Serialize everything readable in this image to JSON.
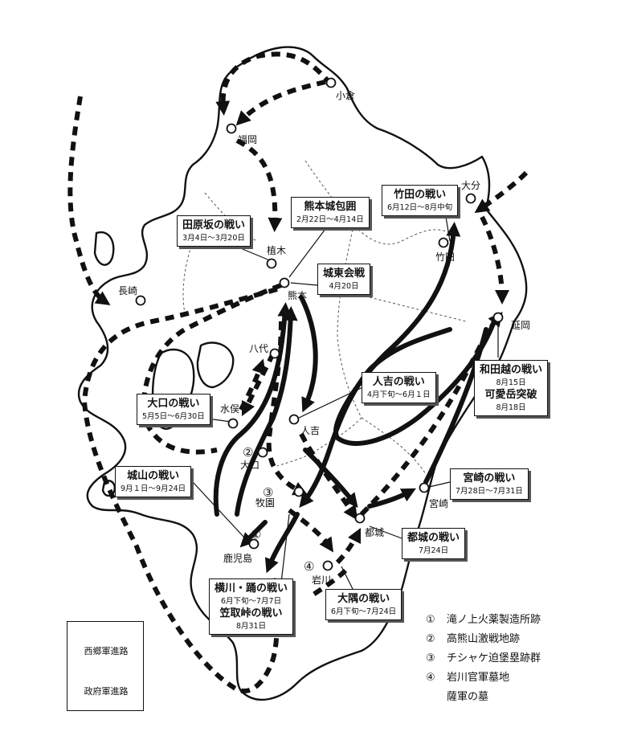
{
  "cities": [
    {
      "id": "kokura",
      "label": "小倉"
    },
    {
      "id": "fukuoka",
      "label": "福岡"
    },
    {
      "id": "ueki",
      "label": "植木"
    },
    {
      "id": "kumamoto",
      "label": "熊本"
    },
    {
      "id": "nagasaki",
      "label": "長崎"
    },
    {
      "id": "yatsushiro",
      "label": "八代"
    },
    {
      "id": "minamata",
      "label": "水俣"
    },
    {
      "id": "okuchi",
      "label": "大口"
    },
    {
      "id": "hitoyoshi",
      "label": "人吉"
    },
    {
      "id": "makizono",
      "label": "牧園"
    },
    {
      "id": "kagoshima",
      "label": "鹿児島"
    },
    {
      "id": "iwagawa",
      "label": "岩川"
    },
    {
      "id": "miyakonojo",
      "label": "都城"
    },
    {
      "id": "miyazaki",
      "label": "宮崎"
    },
    {
      "id": "nobeoka",
      "label": "延岡"
    },
    {
      "id": "taketa",
      "label": "竹田"
    },
    {
      "id": "oita",
      "label": "大分"
    }
  ],
  "battles": [
    {
      "id": "kumamoto-siege",
      "title": "熊本城包囲",
      "dates": "2月22日～4月14日"
    },
    {
      "id": "tabaruzaka",
      "title": "田原坂の戦い",
      "dates": "3月4日～3月20日"
    },
    {
      "id": "castle-east",
      "title": "城東会戦",
      "dates": "4月20日"
    },
    {
      "id": "taketa-battle",
      "title": "竹田の戦い",
      "dates": "6月12日～8月中旬"
    },
    {
      "id": "hitoyoshi-battle",
      "title": "人吉の戦い",
      "dates": "4月下旬～6月１日"
    },
    {
      "id": "wadagoe",
      "title": "和田越の戦い",
      "dates": "8月15日",
      "title2": "可愛岳突破",
      "dates2": "8月18日"
    },
    {
      "id": "okuchi-battle",
      "title": "大口の戦い",
      "dates": "5月5日～6月30日"
    },
    {
      "id": "shiroyama",
      "title": "城山の戦い",
      "dates": "9月１日～9月24日"
    },
    {
      "id": "miyazaki-battle",
      "title": "宮崎の戦い",
      "dates": "7月28日～7月31日"
    },
    {
      "id": "miyakonojo-battle",
      "title": "都城の戦い",
      "dates": "7月24日"
    },
    {
      "id": "yokogawa",
      "title": "横川・踊の戦い",
      "dates": "6月下旬～7月7日",
      "title2": "笠取峠の戦い",
      "dates2": "8月31日"
    },
    {
      "id": "osumi",
      "title": "大隅の戦い",
      "dates": "6月下旬～7月24日"
    }
  ],
  "sites": [
    {
      "num": "①",
      "name": "滝ノ上火薬製造所跡"
    },
    {
      "num": "②",
      "name": "高熊山激戦地跡"
    },
    {
      "num": "③",
      "name": "チシャケ迫堡塁跡群"
    },
    {
      "num": "④",
      "name": "岩川官軍墓地"
    },
    {
      "num": "",
      "name": "薩軍の墓"
    }
  ],
  "legend": {
    "saigo": "西郷軍進路",
    "government": "政府軍進路"
  }
}
